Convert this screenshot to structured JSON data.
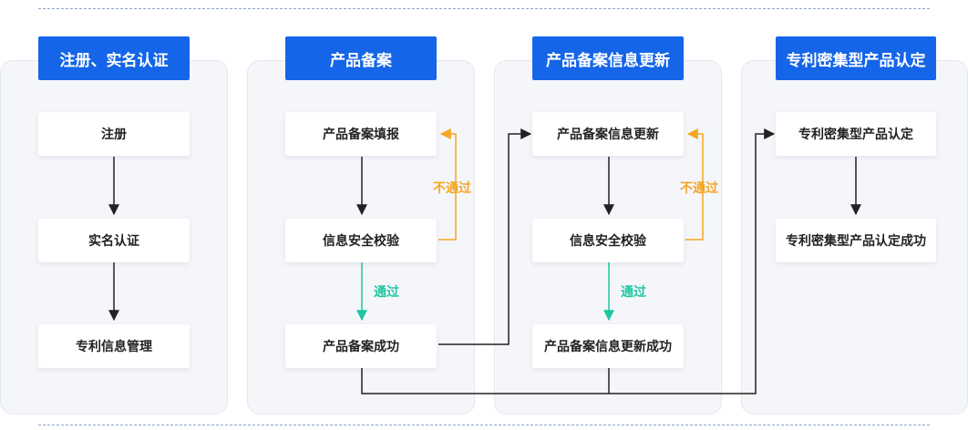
{
  "stages": [
    {
      "title": "注册、实名认证",
      "nodes": [
        "注册",
        "实名认证",
        "专利信息管理"
      ]
    },
    {
      "title": "产品备案",
      "nodes": [
        "产品备案填报",
        "信息安全校验",
        "产品备案成功"
      ],
      "fail_label": "不通过",
      "pass_label": "通过"
    },
    {
      "title": "产品备案信息更新",
      "nodes": [
        "产品备案信息更新",
        "信息安全校验",
        "产品备案信息更新成功"
      ],
      "fail_label": "不通过",
      "pass_label": "通过"
    },
    {
      "title": "专利密集型产品认定",
      "nodes": [
        "专利密集型产品认定",
        "专利密集型产品认定成功"
      ]
    }
  ],
  "colors": {
    "accent": "#1565e8",
    "fail": "#f5a623",
    "pass": "#1dc7a1",
    "arrow": "#222222"
  }
}
